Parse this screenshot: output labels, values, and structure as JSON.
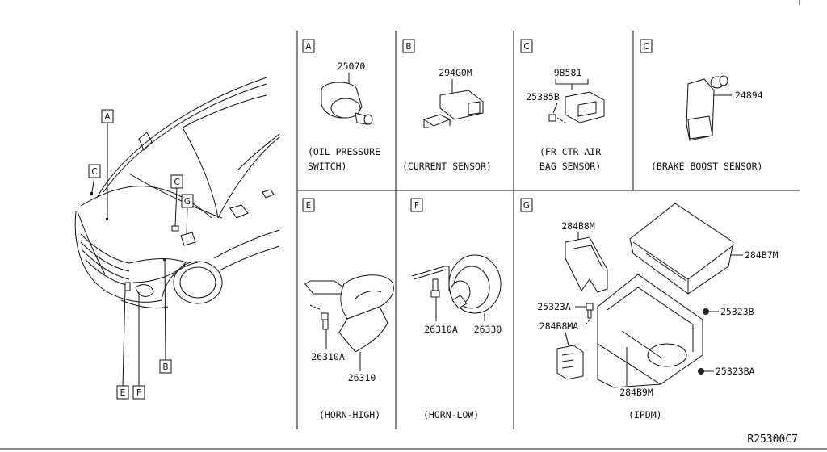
{
  "diagram_code": "R25300C7",
  "car_tags": [
    "A",
    "C",
    "C",
    "G",
    "E",
    "F",
    "B"
  ],
  "panels": {
    "A": {
      "tag": "A",
      "parts": [
        "25070"
      ],
      "caption": [
        "(OIL PRESSURE",
        "SWITCH)"
      ]
    },
    "B": {
      "tag": "B",
      "parts": [
        "294G0M"
      ],
      "caption": [
        "(CURRENT SENSOR)"
      ]
    },
    "C1": {
      "tag": "C",
      "parts": [
        "98581",
        "25385B"
      ],
      "caption": [
        "(FR CTR AIR",
        "BAG SENSOR)"
      ]
    },
    "C2": {
      "tag": "C",
      "parts": [
        "24894"
      ],
      "caption": [
        "(BRAKE BOOST SENSOR)"
      ]
    },
    "E": {
      "tag": "E",
      "parts": [
        "26310A",
        "26310"
      ],
      "caption": [
        "(HORN-HIGH)"
      ]
    },
    "F": {
      "tag": "F",
      "parts": [
        "26310A",
        "26330"
      ],
      "caption": [
        "(HORN-LOW)"
      ]
    },
    "G": {
      "tag": "G",
      "parts": [
        "284B8M",
        "284B7M",
        "25323A",
        "25323B",
        "284B8MA",
        "284B9M",
        "25323BA"
      ],
      "caption": [
        "(IPDM)"
      ]
    }
  }
}
